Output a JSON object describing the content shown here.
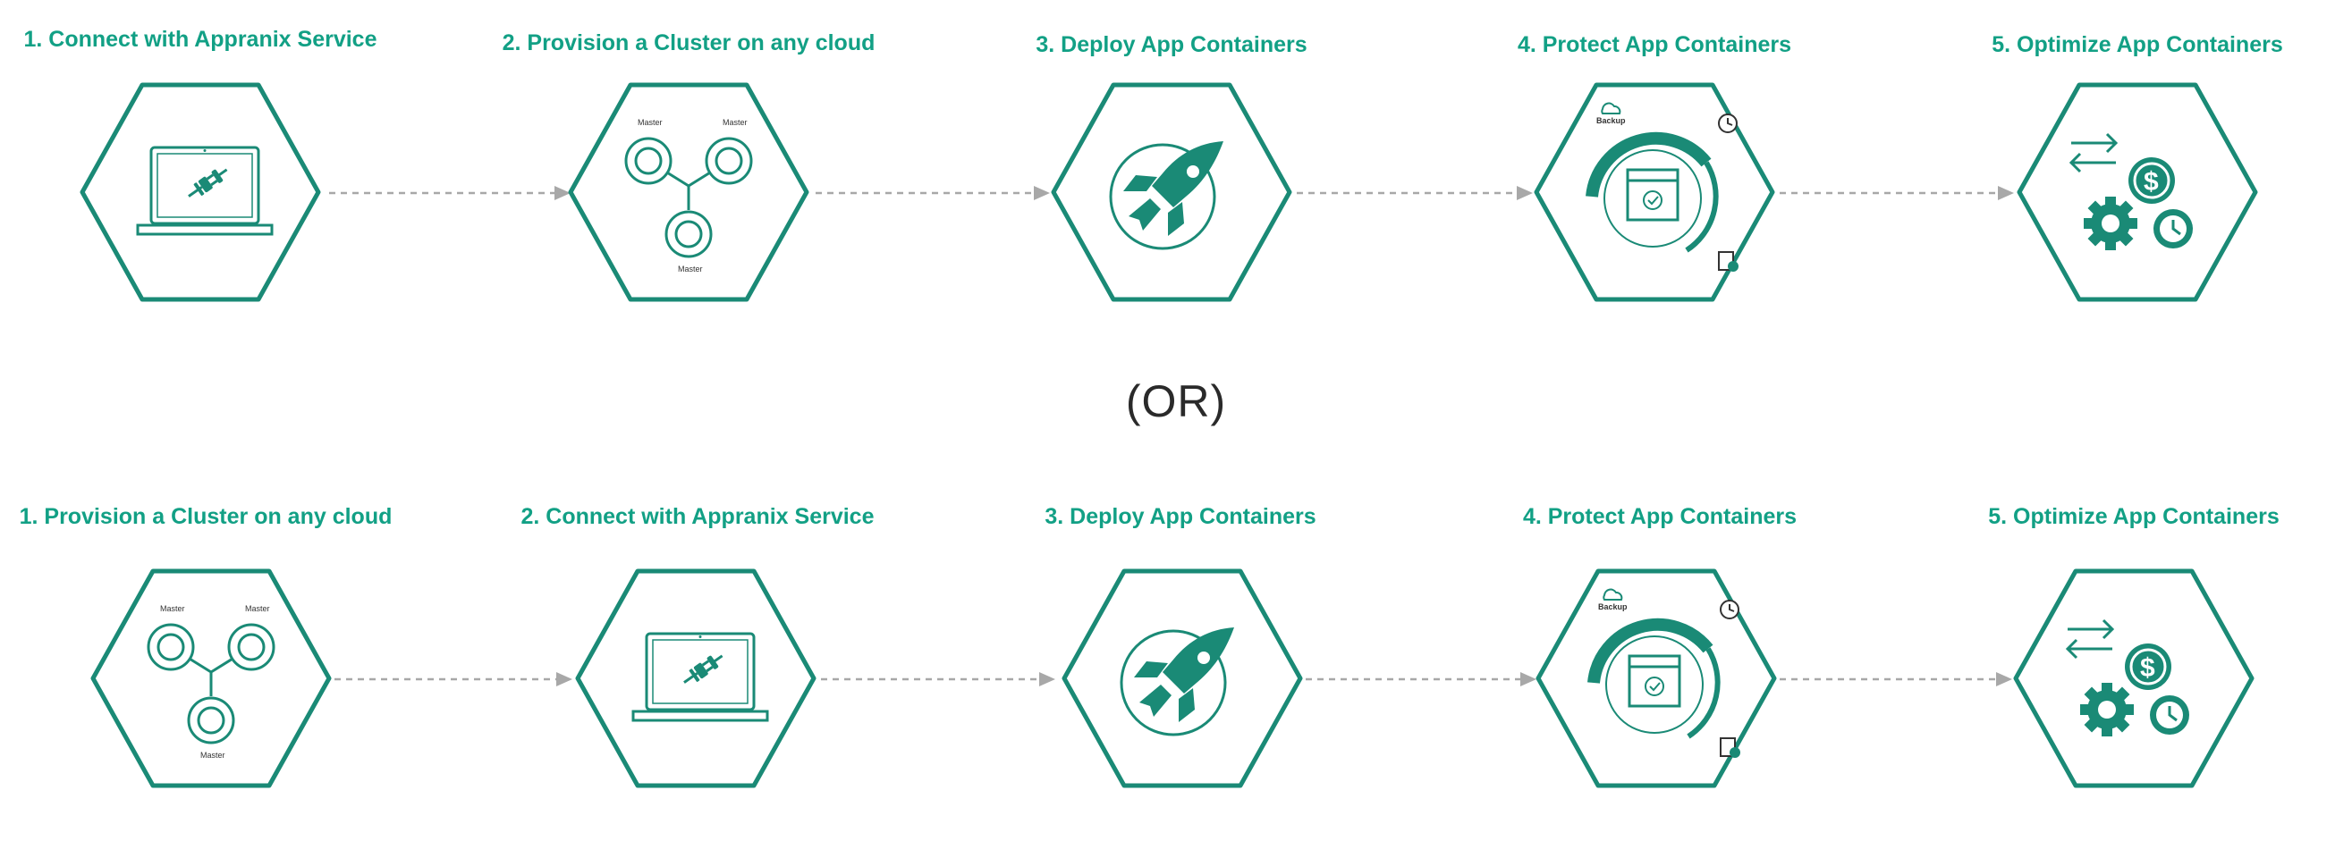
{
  "accent_color": "#12a085",
  "icon_color": "#1a8a76",
  "arrow_color": "#a8a8a8",
  "or_label": "(OR)",
  "flows": [
    {
      "steps": [
        {
          "title": "1. Connect with Appranix Service",
          "icon": "laptop-plug-icon"
        },
        {
          "title": "2. Provision a Cluster on any cloud",
          "icon": "cluster-icon",
          "node_labels": [
            "Master",
            "Master",
            "Master"
          ]
        },
        {
          "title": "3. Deploy App Containers",
          "icon": "rocket-icon"
        },
        {
          "title": "4. Protect App Containers",
          "icon": "backup-protect-icon",
          "badge_label": "Backup"
        },
        {
          "title": "5. Optimize App Containers",
          "icon": "optimize-cost-icon"
        }
      ]
    },
    {
      "steps": [
        {
          "title": "1. Provision a Cluster on any cloud",
          "icon": "cluster-icon",
          "node_labels": [
            "Master",
            "Master",
            "Master"
          ]
        },
        {
          "title": "2. Connect with Appranix Service",
          "icon": "laptop-plug-icon"
        },
        {
          "title": "3. Deploy App Containers",
          "icon": "rocket-icon"
        },
        {
          "title": "4. Protect App Containers",
          "icon": "backup-protect-icon",
          "badge_label": "Backup"
        },
        {
          "title": "5. Optimize App Containers",
          "icon": "optimize-cost-icon"
        }
      ]
    }
  ]
}
